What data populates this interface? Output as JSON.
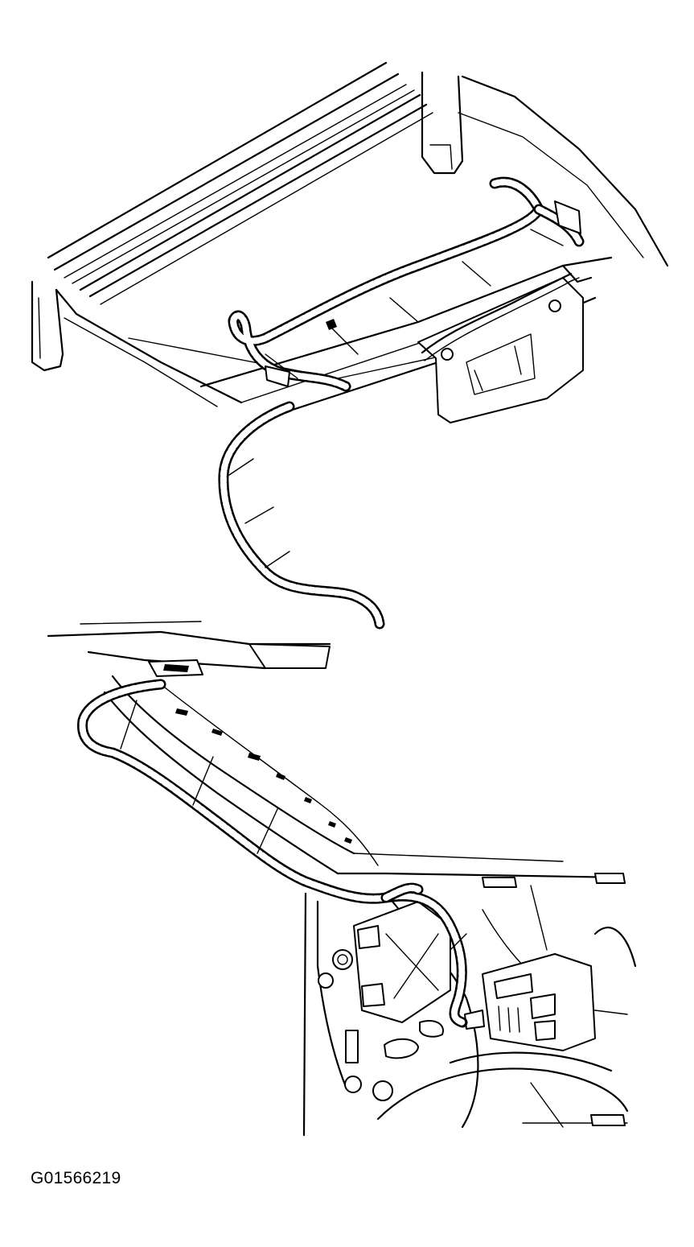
{
  "figure": {
    "id_label": "G01566219"
  },
  "views": [
    {
      "name": "upper-view-roof-header-harness"
    },
    {
      "name": "lower-view-pillar-harness"
    }
  ],
  "colors": {
    "line": "#000000",
    "background": "#ffffff"
  }
}
